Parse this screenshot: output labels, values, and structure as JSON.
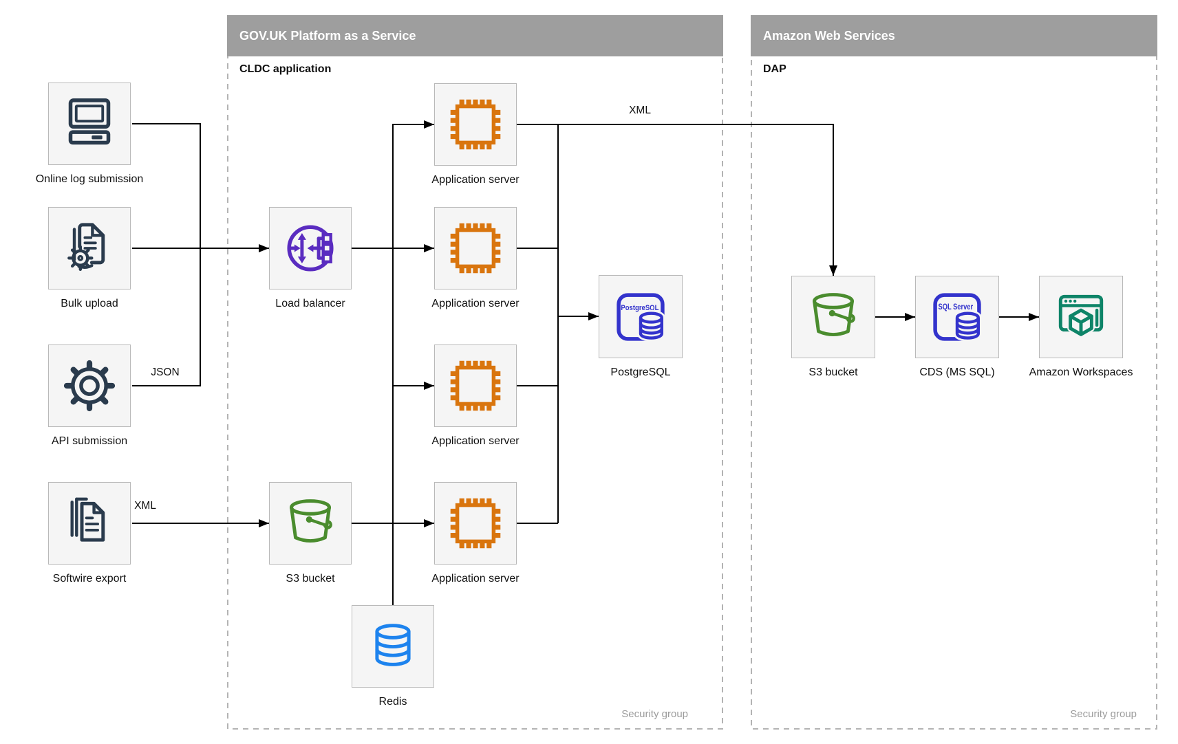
{
  "colors": {
    "header": "#9e9e9e",
    "navy": "#2a3b4d",
    "orange": "#d9750e",
    "purple": "#5a2cc0",
    "green": "#4a8c2e",
    "azure": "#1d83ee",
    "blue": "#3333cc",
    "teal": "#0e8468",
    "line": "#000000",
    "border_dash": "#b3b3b3",
    "node_fill": "#f5f5f5",
    "node_border": "#b9b9b9",
    "footer_text": "#9b9b9b"
  },
  "containers": {
    "paas": {
      "title": "GOV.UK Platform as a Service",
      "sublabel": "CLDC application",
      "footer": "Security group"
    },
    "aws": {
      "title": "Amazon Web Services",
      "sublabel": "DAP",
      "footer": "Security group"
    }
  },
  "nodes": {
    "online_log": {
      "label": "Online log submission"
    },
    "bulk_upload": {
      "label": "Bulk upload"
    },
    "api_submission": {
      "label": "API submission"
    },
    "softwire_export": {
      "label": "Softwire export"
    },
    "load_balancer": {
      "label": "Load balancer"
    },
    "app_server_1": {
      "label": "Application server"
    },
    "app_server_2": {
      "label": "Application server"
    },
    "app_server_3": {
      "label": "Application server"
    },
    "app_server_4": {
      "label": "Application server"
    },
    "s3_paas": {
      "label": "S3 bucket"
    },
    "redis": {
      "label": "Redis"
    },
    "postgresql": {
      "label": "PostgreSQL",
      "icon_text": "PostgreSQL"
    },
    "s3_aws": {
      "label": "S3 bucket"
    },
    "cds": {
      "label": "CDS (MS SQL)",
      "icon_text": "SQL Server"
    },
    "workspaces": {
      "label": "Amazon Workspaces"
    }
  },
  "edge_labels": {
    "json": "JSON",
    "xml_softwire": "XML",
    "xml_to_aws": "XML"
  }
}
